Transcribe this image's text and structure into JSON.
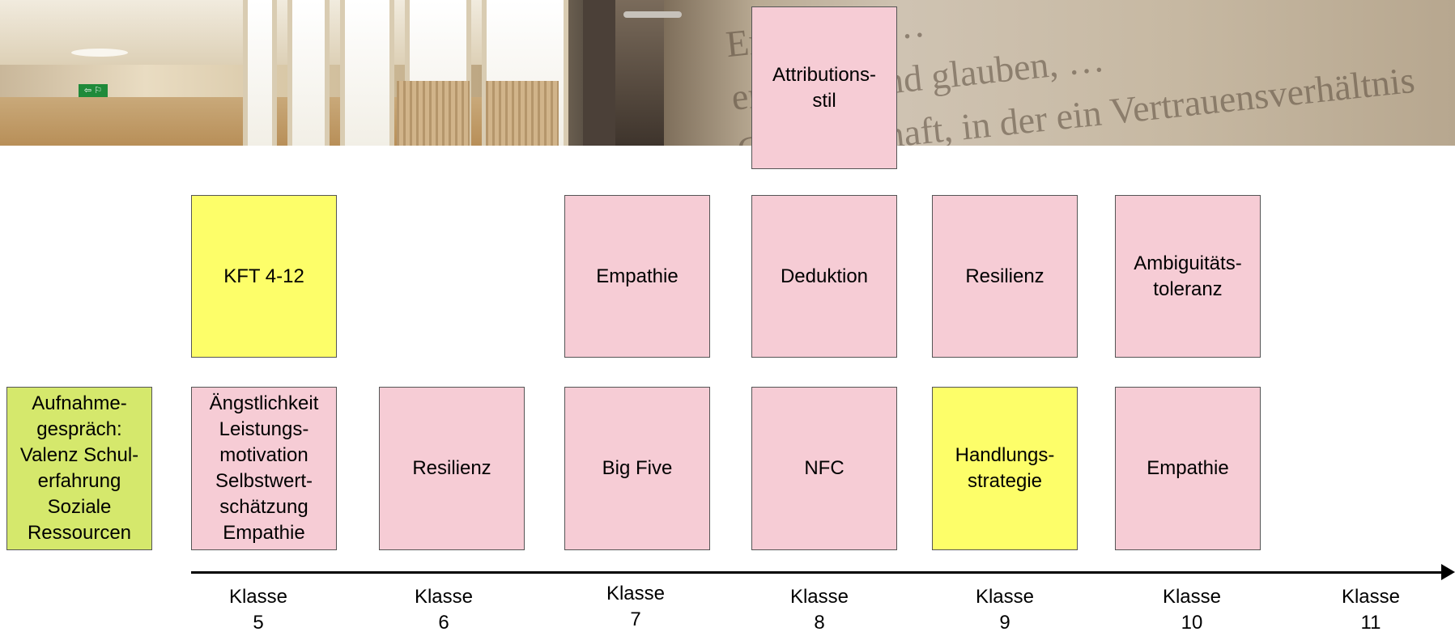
{
  "photo": {
    "exit_sign": "⇦ ⚐",
    "wall_text": "Erziehung …\nerziehen und glauben, …\nGemeinschaft, in der ein Vertrauensverhältnis\n… besteht.\""
  },
  "boxes": {
    "attributionsstil": "Attributions-\nstil",
    "kft": "KFT 4-12",
    "empathie_7": "Empathie",
    "deduktion": "Deduktion",
    "resilienz_9": "Resilienz",
    "ambiguitaet": "Ambiguitäts-\ntoleranz",
    "aufnahme": "Aufnahme-\ngespräch:\nValenz Schul-\nerfahrung\nSoziale\nRessourcen",
    "angst": "Ängstlichkeit\nLeistungs-\nmotivation\nSelbstwert-\nschätzung\nEmpathie",
    "resilienz_6": "Resilienz",
    "bigfive": "Big Five",
    "nfc": "NFC",
    "handlung": "Handlungs-\nstrategie",
    "empathie_10": "Empathie"
  },
  "timeline": [
    {
      "label": "Klasse\n5"
    },
    {
      "label": "Klasse\n6"
    },
    {
      "label": "Klasse\n7"
    },
    {
      "label": "Klasse\n8"
    },
    {
      "label": "Klasse\n9"
    },
    {
      "label": "Klasse\n10"
    },
    {
      "label": "Klasse\n11"
    }
  ],
  "colors": {
    "pink": "#f6ccd5",
    "yellow": "#fdfe69",
    "green": "#d5e86c"
  }
}
